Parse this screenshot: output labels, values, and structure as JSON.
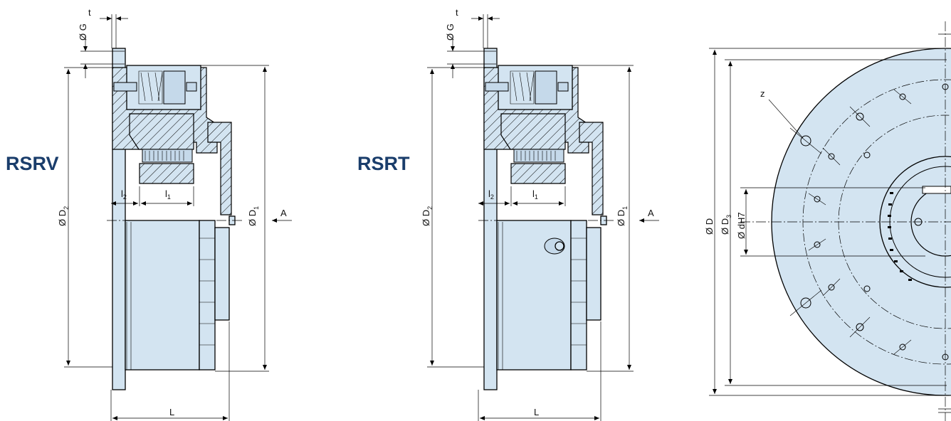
{
  "colors": {
    "part_fill": "#d3e4f1",
    "title_color": "#1a3d6b",
    "line": "#000000"
  },
  "left_view": {
    "title": "RSRV",
    "labels": {
      "t": "t",
      "g": "Ø G",
      "d2_base": "Ø D",
      "d2_sub": "2",
      "d1_base": "Ø D",
      "d1_sub": "1",
      "l2_base": "l",
      "l2_sub": "2",
      "l1_base": "l",
      "l1_sub": "1",
      "a": "A",
      "l": "L"
    }
  },
  "middle_view": {
    "title": "RSRT",
    "labels": {
      "t": "t",
      "g": "Ø G",
      "d2_base": "Ø D",
      "d2_sub": "2",
      "d1_base": "Ø D",
      "d1_sub": "1",
      "l2_base": "l",
      "l2_sub": "2",
      "l1_base": "l",
      "l1_sub": "1",
      "a": "A",
      "l": "L"
    }
  },
  "right_view": {
    "labels": {
      "z": "z",
      "d": "Ø D",
      "d3_base": "Ø D",
      "d3_sub": "3",
      "dh7": "Ø dH7"
    }
  }
}
